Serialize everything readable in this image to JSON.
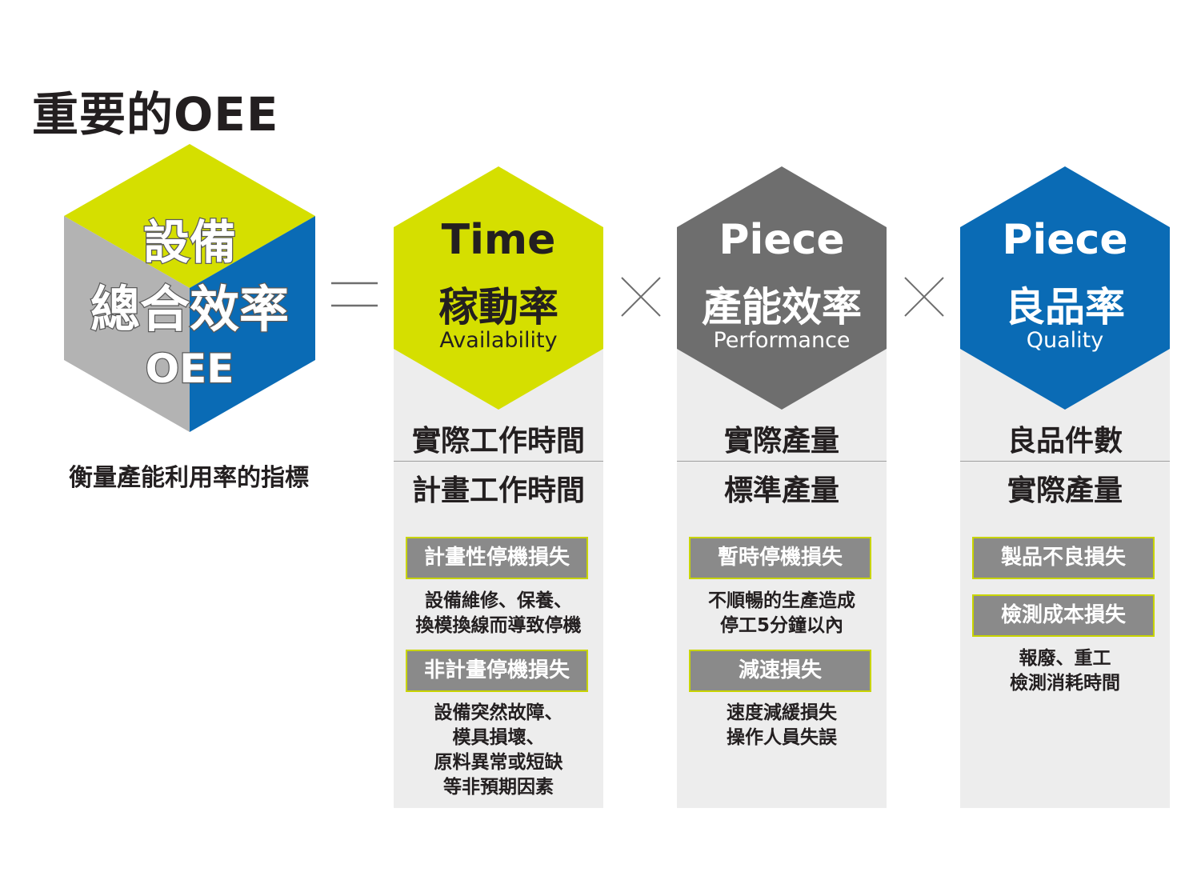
{
  "title": "重要的OEE",
  "colors": {
    "lime": "#d5df00",
    "dark_gray": "#6e6e6e",
    "blue": "#0a6bb5",
    "light_gray": "#b3b3b3",
    "panel": "#ededed",
    "tag": "#8a8a8a",
    "tag_border": "#c8d400"
  },
  "oee": {
    "line1": "設備",
    "line2": "總合效率",
    "line3": "OEE",
    "subtitle": "衡量產能利用率的指標"
  },
  "columns": [
    {
      "unit": "Time",
      "name": "稼動率",
      "en": "Availability",
      "numerator": "實際工作時間",
      "denominator": "計畫工作時間",
      "losses": [
        {
          "tag": "計畫性停機損失",
          "desc": [
            "設備維修、保養、",
            "換模換線而導致停機"
          ]
        },
        {
          "tag": "非計畫停機損失",
          "desc": [
            "設備突然故障、",
            "模具損壞、",
            "原料異常或短缺",
            "等非預期因素"
          ]
        }
      ]
    },
    {
      "unit": "Piece",
      "name": "產能效率",
      "en": "Performance",
      "numerator": "實際產量",
      "denominator": "標準產量",
      "losses": [
        {
          "tag": "暫時停機損失",
          "desc": [
            "不順暢的生產造成",
            "停工5分鐘以內"
          ]
        },
        {
          "tag": "減速損失",
          "desc": [
            "速度減緩損失",
            "操作人員失誤"
          ]
        }
      ]
    },
    {
      "unit": "Piece",
      "name": "良品率",
      "en": "Quality",
      "numerator": "良品件數",
      "denominator": "實際產量",
      "losses": [
        {
          "tag": "製品不良損失",
          "desc": []
        },
        {
          "tag": "檢測成本損失",
          "desc": [
            "報廢、重工",
            "檢測消耗時間"
          ]
        }
      ]
    }
  ]
}
